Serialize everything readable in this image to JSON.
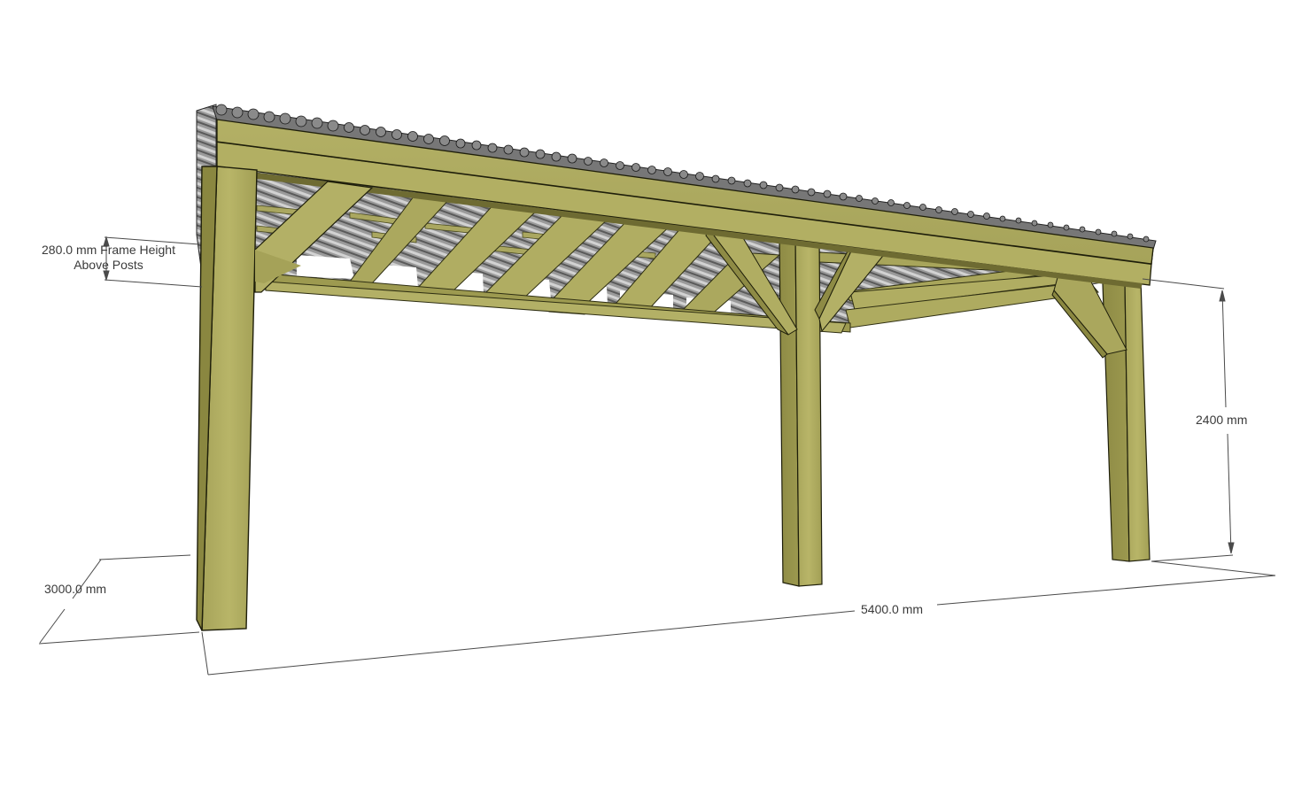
{
  "drawing": {
    "subject": "Timber frame lean-to carport / pergola with corrugated roof",
    "colors": {
      "background": "#ffffff",
      "timber_light": "#b5b264",
      "timber_mid": "#9d9a50",
      "timber_dark": "#7f7c3a",
      "timber_shadow": "#6b6830",
      "roof_sheet_light": "#b8b8b8",
      "roof_sheet_dark": "#4a4a4a",
      "dimension_line": "#4a4a4a",
      "dimension_text": "#3a3a3a"
    },
    "dimensions": {
      "frame_height": {
        "line1": "280.0 mm Frame Height",
        "line2": "Above Posts"
      },
      "post_height": {
        "label": "2400 mm"
      },
      "depth": {
        "label": "3000.0 mm"
      },
      "width": {
        "label": "5400.0 mm"
      }
    },
    "components": {
      "posts": [
        "front-left-post",
        "front-middle-post",
        "front-right-post"
      ],
      "beams": [
        "front-top-beam",
        "front-lower-beam",
        "side-beam"
      ],
      "braces": [
        "left-knee-brace",
        "middle-left-brace",
        "middle-right-brace",
        "right-knee-brace"
      ],
      "roof": "corrugated-roof-sheet"
    }
  }
}
